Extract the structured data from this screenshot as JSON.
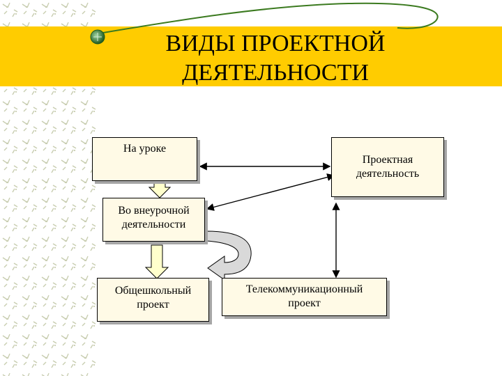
{
  "title": "ВИДЫ ПРОЕКТНОЙ\nДЕЯТЕЛЬНОСТИ",
  "nodes": {
    "lesson": "На уроке",
    "project_activity": "Проектная\nдеятельность",
    "extracurricular": "Во внеурочной\nдеятельности",
    "school_project": "Общешкольный\nпроект",
    "telecom_project": "Телекоммуникационный\nпроект"
  },
  "colors": {
    "banner": "#ffcc00",
    "box_fill": "#fffae6",
    "box_shadow": "#a6a6a6",
    "arrow_fill": "#ffffcc",
    "curve_fill": "#d9d9d9",
    "bullet": "#2e6b2e",
    "pattern": "#c8cdb0"
  }
}
